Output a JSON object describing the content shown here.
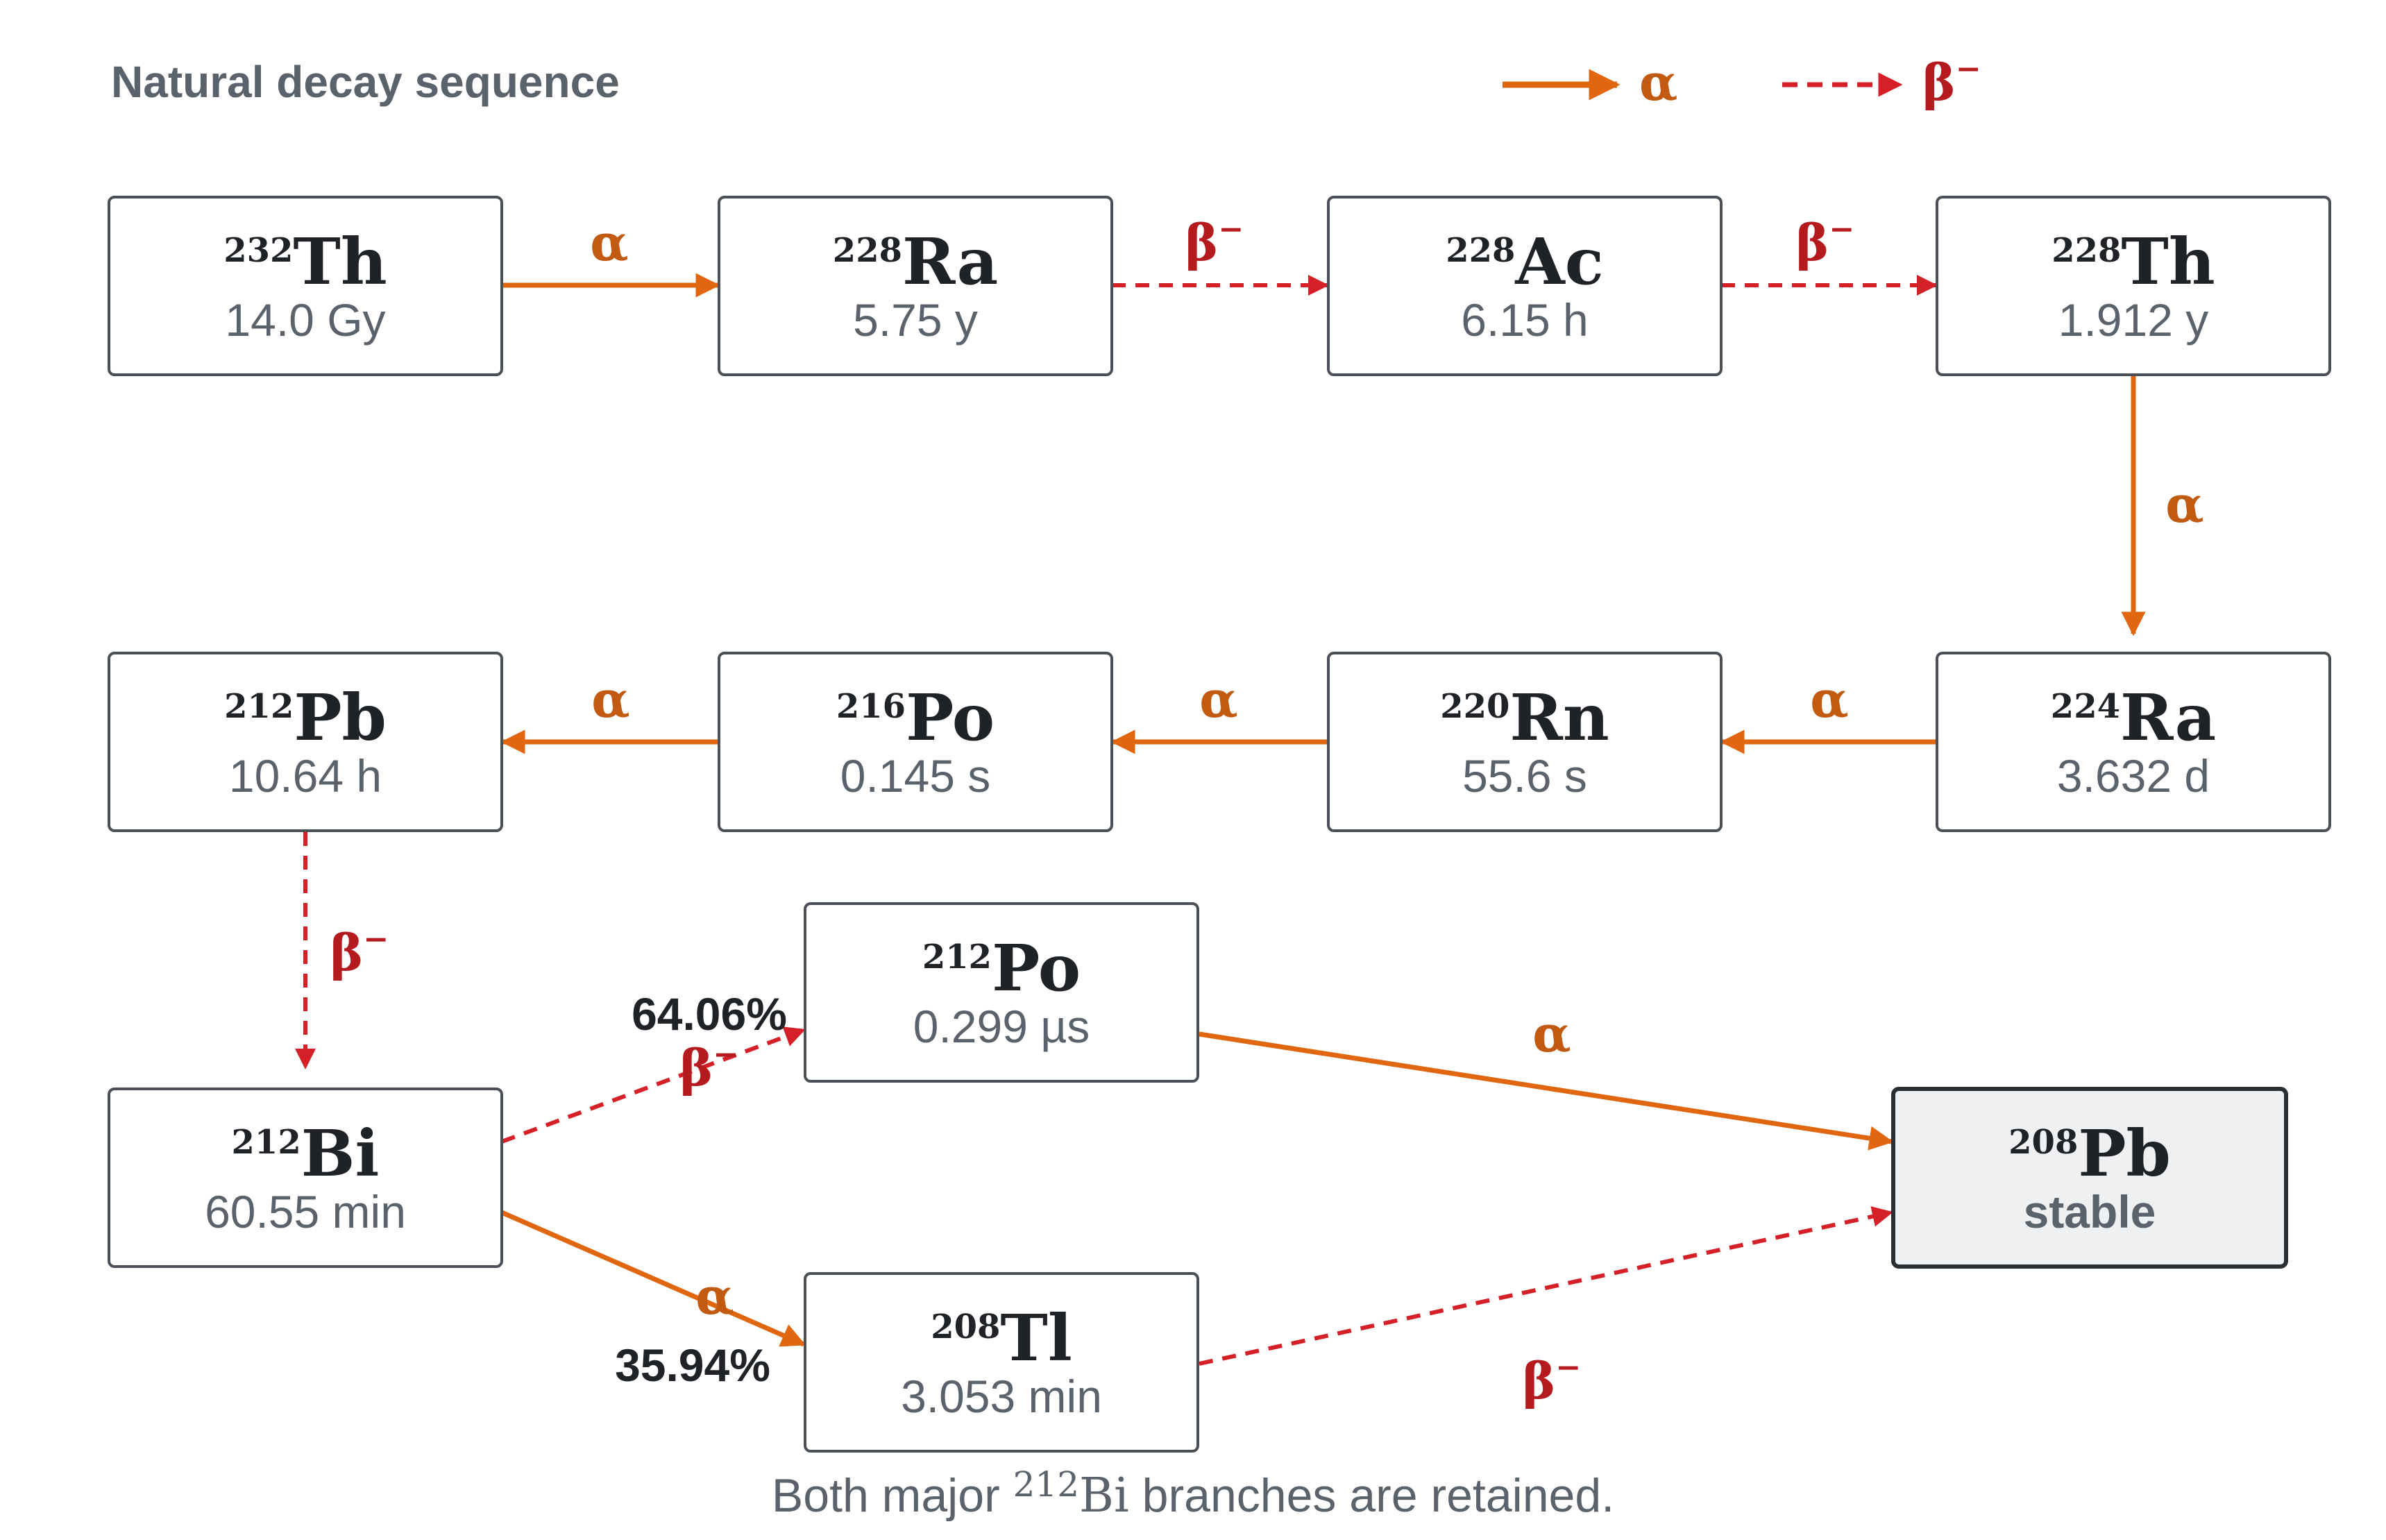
{
  "title": "Natural decay sequence",
  "legend": {
    "alpha_label": "α",
    "beta_label": "β",
    "beta_sup": "−"
  },
  "colors": {
    "alpha": "#e0660f",
    "alpha_text": "#c25a12",
    "beta": "#d62027",
    "beta_text": "#b51a1f",
    "box_stroke": "#4a5056",
    "box_fill": "#ffffff",
    "stable_fill": "#eef0f1",
    "symbol": "#1f2328",
    "halflife": "#5a636b",
    "title": "#5a636b",
    "branch_pct": "#1f2328"
  },
  "nuclides": {
    "th232": {
      "mass": "232",
      "symbol": "Th",
      "halflife": "14.0 Gy"
    },
    "ra228": {
      "mass": "228",
      "symbol": "Ra",
      "halflife": "5.75 y"
    },
    "ac228": {
      "mass": "228",
      "symbol": "Ac",
      "halflife": "6.15 h"
    },
    "th228": {
      "mass": "228",
      "symbol": "Th",
      "halflife": "1.912 y"
    },
    "ra224": {
      "mass": "224",
      "symbol": "Ra",
      "halflife": "3.632 d"
    },
    "rn220": {
      "mass": "220",
      "symbol": "Rn",
      "halflife": "55.6 s"
    },
    "po216": {
      "mass": "216",
      "symbol": "Po",
      "halflife": "0.145 s"
    },
    "pb212": {
      "mass": "212",
      "symbol": "Pb",
      "halflife": "10.64 h"
    },
    "bi212": {
      "mass": "212",
      "symbol": "Bi",
      "halflife": "60.55 min"
    },
    "po212": {
      "mass": "212",
      "symbol": "Po",
      "halflife": "0.299 µs"
    },
    "tl208": {
      "mass": "208",
      "symbol": "Tl",
      "halflife": "3.053 min"
    },
    "pb208": {
      "mass": "208",
      "symbol": "Pb",
      "halflife": "stable"
    }
  },
  "transitions": [
    {
      "from": "th232",
      "to": "ra228",
      "mode": "alpha",
      "label": "α"
    },
    {
      "from": "ra228",
      "to": "ac228",
      "mode": "beta",
      "label": "β"
    },
    {
      "from": "ac228",
      "to": "th228",
      "mode": "beta",
      "label": "β"
    },
    {
      "from": "th228",
      "to": "ra224",
      "mode": "alpha",
      "label": "α"
    },
    {
      "from": "ra224",
      "to": "rn220",
      "mode": "alpha",
      "label": "α"
    },
    {
      "from": "rn220",
      "to": "po216",
      "mode": "alpha",
      "label": "α"
    },
    {
      "from": "po216",
      "to": "pb212",
      "mode": "alpha",
      "label": "α"
    },
    {
      "from": "pb212",
      "to": "bi212",
      "mode": "beta",
      "label": "β"
    },
    {
      "from": "bi212",
      "to": "po212",
      "mode": "beta",
      "label": "β",
      "branch": "64.06%"
    },
    {
      "from": "bi212",
      "to": "tl208",
      "mode": "alpha",
      "label": "α",
      "branch": "35.94%"
    },
    {
      "from": "po212",
      "to": "pb208",
      "mode": "alpha",
      "label": "α"
    },
    {
      "from": "tl208",
      "to": "pb208",
      "mode": "beta",
      "label": "β"
    }
  ],
  "footnote": {
    "before": "Both major ",
    "mass": "212",
    "symbol": "Bi",
    "after": " branches are retained."
  }
}
